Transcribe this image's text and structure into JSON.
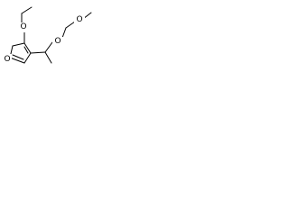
{
  "molecule": {
    "atoms": {
      "ring_oxygen": "O",
      "ethoxy_oxygen": "O",
      "ether_oxygen": "O",
      "methoxy_oxygen": "O"
    }
  },
  "colors": {
    "bond": "#000000",
    "label": "#000000",
    "background": "#ffffff"
  }
}
